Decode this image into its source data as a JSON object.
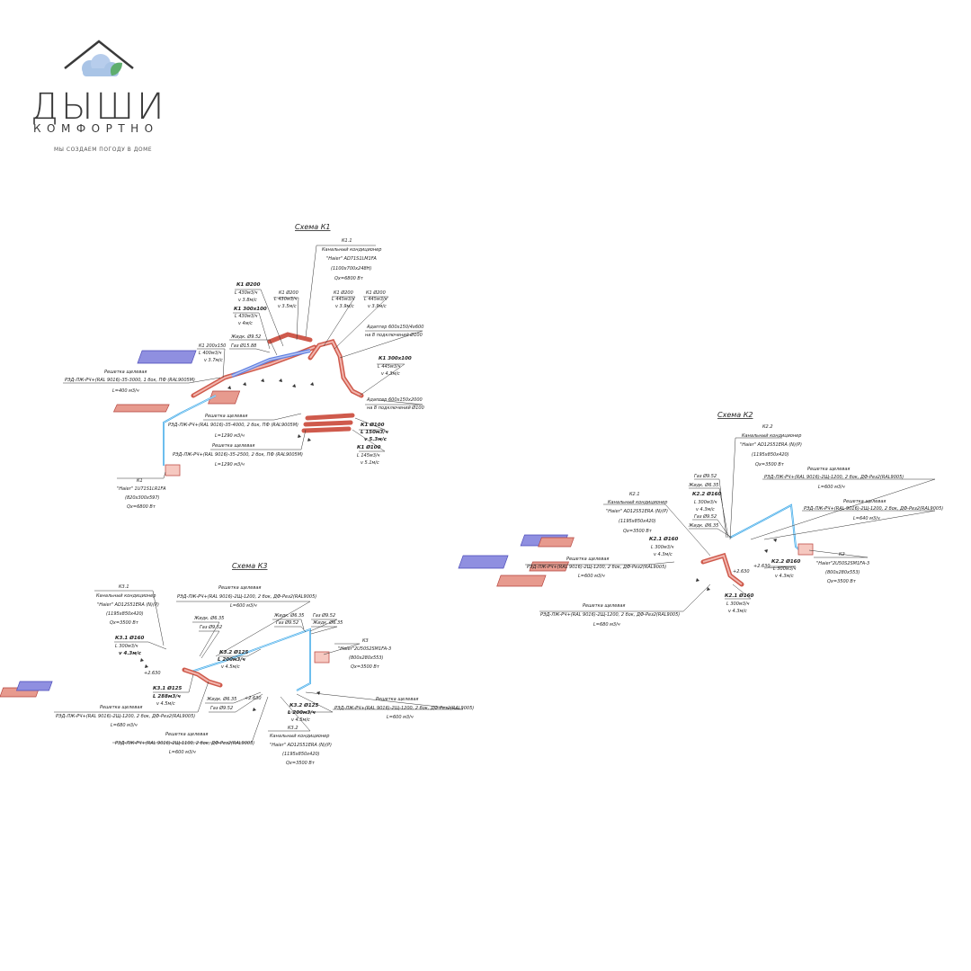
{
  "brand": {
    "name": "ДЫШИ",
    "subtitle": "КОМФОРТНО",
    "tagline": "МЫ СОЗДАЕМ ПОГОДУ В ДОМЕ"
  },
  "k1": {
    "title": "Схема К1",
    "unit": {
      "tag": "К1.1",
      "name": "Канальный кондиционер",
      "model": "\"Haier\" AD71S1LM1FA",
      "dims": "(1100х700х248Н)",
      "power": "Qх=6800 Вт"
    },
    "d1": {
      "tag": "К1 Ø200",
      "l": "L 430м3/ч",
      "v": "v 3.8м/с"
    },
    "d2": {
      "tag": "К1 Ø200",
      "l": "L 430м3/ч",
      "v": "v 3.5м/с"
    },
    "d3": {
      "tag": "К1 300х100",
      "l": "L 430м3/ч",
      "v": "v 4м/с"
    },
    "d4": {
      "tag": "К1 Ø200",
      "l": "L 445м3/ч",
      "v": "v 3.9м/с"
    },
    "d5": {
      "tag": "К1 Ø200",
      "l": "L 445м3/ч",
      "v": "v 3.9м/с"
    },
    "adapter1": {
      "line1": "Адаптер 600х150/4х600",
      "line2": "на 8 подключений Ø100"
    },
    "liquid": "Жидк. Ø9.52",
    "gas": "Газ Ø15.88",
    "d6": {
      "tag": "К1 200х150",
      "l": "L 400м3/ч",
      "v": "v 3.7м/с"
    },
    "grille1": {
      "title": "Решетка щелевая",
      "spec": "РЭД-ЛЖ-РЧ+(RAL 9016)-35-3000, 1 бок, ПФ (RAL9005М)",
      "flow": "L=400 м3/ч"
    },
    "d7": {
      "tag": "К1 300х100",
      "l": "L 445м3/ч",
      "v": "v 4.3м/с"
    },
    "adapter2": {
      "line1": "Адаптер 600х150х2000",
      "line2": "на 8 подключений Ø100"
    },
    "grille2": {
      "title": "Решетка щелевая",
      "spec": "РЭД-ЛЖ-РЧ+(RAL 9016)-35-4000, 2 бок, ПФ (RAL9005М)",
      "flow": "L=1290 м3/ч"
    },
    "grille3": {
      "title": "Решетка щелевая",
      "spec": "РЭД-ЛЖ-РЧ+(RAL 9016)-35-2500, 2 бок, ПФ (RAL9005М)",
      "flow": "L=1290 м3/ч"
    },
    "d8": {
      "tag": "К1 Ø100",
      "l": "L 150м3/ч",
      "v": "v 5.3м/с"
    },
    "d9": {
      "tag": "К1 Ø100",
      "l": "L 145м3/ч",
      "v": "v 5.1м/с"
    },
    "outdoor": {
      "tag": "К1",
      "model": "\"Haier\" 1U71S1LR1FA",
      "dims": "(820х300х597)",
      "power": "Qх=6800 Вт"
    }
  },
  "k2": {
    "title": "Схема К2",
    "unit2": {
      "tag": "К2.2",
      "name": "Канальный кондиционер",
      "model": "\"Haier\" AD12S51ERA (N)(P)",
      "dims": "(1195х850х420)",
      "power": "Qх=3500 Вт"
    },
    "gas1": "Газ Ø9.52",
    "liq1": "Жидк. Ø6.35",
    "d1": {
      "tag": "К2.2 Ø160",
      "l": "L 300м3/ч",
      "v": "v 4.3м/с"
    },
    "gas2": "Газ Ø9.52",
    "liq2": "Жидк. Ø6.35",
    "grille1": {
      "title": "Решетка щелевая",
      "spec": "РЭД-ЛЖ-РЧ+(RAL 9016)-2Щ-1200, 2 бок, ДФ-Рез2(RAL9005)",
      "flow": "L=600 м3/ч"
    },
    "grille2": {
      "title": "Решетка щелевая",
      "spec": "РЭД-ЛЖ-РЧ+(RAL 9016)-2Щ-1200, 2 бок, ДФ-Рез2(RAL9005)",
      "flow": "L=640 м3/ч"
    },
    "unit1": {
      "tag": "К2.1",
      "name": "Канальный кондиционер",
      "model": "\"Haier\" AD12S51ERA (N)(P)",
      "dims": "(1195х850х420)",
      "power": "Qх=3500 Вт"
    },
    "d2": {
      "tag": "К2.1 Ø160",
      "l": "L 300м3/ч",
      "v": "v 4.3м/с"
    },
    "grille3": {
      "title": "Решетка щелевая",
      "spec": "РЭД-ЛЖ-РЧ+(RAL 9016)-2Щ-1200, 2 бок, ДФ-Рез2(RAL9005)",
      "flow": "L=600 м3/ч"
    },
    "d3": {
      "tag": "К2.2 Ø160",
      "l": "L 300м3/ч",
      "v": "v 4.3м/с"
    },
    "outdoor": {
      "tag": "К2",
      "model": "\"Haier\"2U50S2SM1FA-3",
      "dims": "(800х280х553)",
      "power": "Qх=3500 Вт"
    },
    "elev1": "+2.630",
    "elev2": "+2.630",
    "d4": {
      "tag": "К2.1 Ø160",
      "l": "L 300м3/ч",
      "v": "v 4.3м/с"
    },
    "grille4": {
      "title": "Решетка щелевая",
      "spec": "РЭД-ЛЖ-РЧ+(RAL 9016)-2Щ-1200, 2 бок, ДФ-Рез2(RAL9005)",
      "flow": "L=680 м3/ч"
    }
  },
  "k3": {
    "title": "Схема К3",
    "unit1": {
      "tag": "К3.1",
      "name": "Канальный кондиционер",
      "model": "\"Haier\" AD12S51ERA (N)(P)",
      "dims": "(1195х850х420)",
      "power": "Qх=3500 Вт"
    },
    "grille1": {
      "title": "Решетка щелевая",
      "spec": "РЭД-ЛЖ-РЧ+(RAL 9016)-2Щ-1200, 2 бок, ДФ-Рез2(RAL9005)",
      "flow": "L=600 м3/ч"
    },
    "liq1": "Жидк. Ø6.35",
    "gas1": "Газ Ø9.52",
    "liq2": "Жидк. Ø6.35",
    "gas2": "Газ Ø9.52",
    "gas3": "Газ Ø9.52",
    "liq3": "Жидк. Ø6.35",
    "d1": {
      "tag": "К3.1 Ø160",
      "l": "L 300м3/ч",
      "v": "v 4.3м/с"
    },
    "elev1": "+2.630",
    "d2": {
      "tag": "К3.2 Ø125",
      "l": "L 200м3/ч",
      "v": "v 4.5м/с"
    },
    "outdoor": {
      "tag": "К3",
      "model": "\"Haier\"2U50S2SM1FA-3",
      "dims": "(800х280х553)",
      "power": "Qх=3500 Вт"
    },
    "d3": {
      "tag": "К3.1 Ø125",
      "l": "L 288м3/ч",
      "v": "v 4.5м/с"
    },
    "liq4": "Жидк. Ø6.35",
    "gas4": "Газ Ø9.52",
    "elev2": "+2.630",
    "d4": {
      "tag": "К3.2 Ø125",
      "l": "L 200м3/ч",
      "v": "v 4.5м/с"
    },
    "grille2": {
      "title": "Решетка щелевая",
      "spec": "РЭД-ЛЖ-РЧ+(RAL 9016)-2Щ-1200, 2 бок, ДФ-Рез2(RAL9005)",
      "flow": "L=600 м3/ч"
    },
    "grille3": {
      "title": "Решетка щелевая",
      "spec": "РЭД-ЛЖ-РЧ+(RAL 9016)-2Щ-1200, 2 бок, ДФ-Рез2(RAL9005)",
      "flow": "L=680 м3/ч"
    },
    "grille4": {
      "title": "Решетка щелевая",
      "spec": "РЭД-ЛЖ-РЧ+(RAL 9016)-2Щ-1100, 2 бок, ДФ-Рез2(RAL9005)",
      "flow": "L=600 м3/ч"
    },
    "unit2": {
      "tag": "К3.2",
      "name": "Канальный кондиционер",
      "model": "\"Haier\" AD12S51ERA (N)(P)",
      "dims": "(1195х850х420)",
      "power": "Qх=3500 Вт"
    }
  },
  "colors": {
    "supply": "#cf5a4c",
    "return": "#5f7fe0",
    "refrigerant": "#38a6e6",
    "brand_gray": "#3a3a3a",
    "cloud_blue": "#a9c4e6",
    "leaf_green": "#5fae6e"
  }
}
